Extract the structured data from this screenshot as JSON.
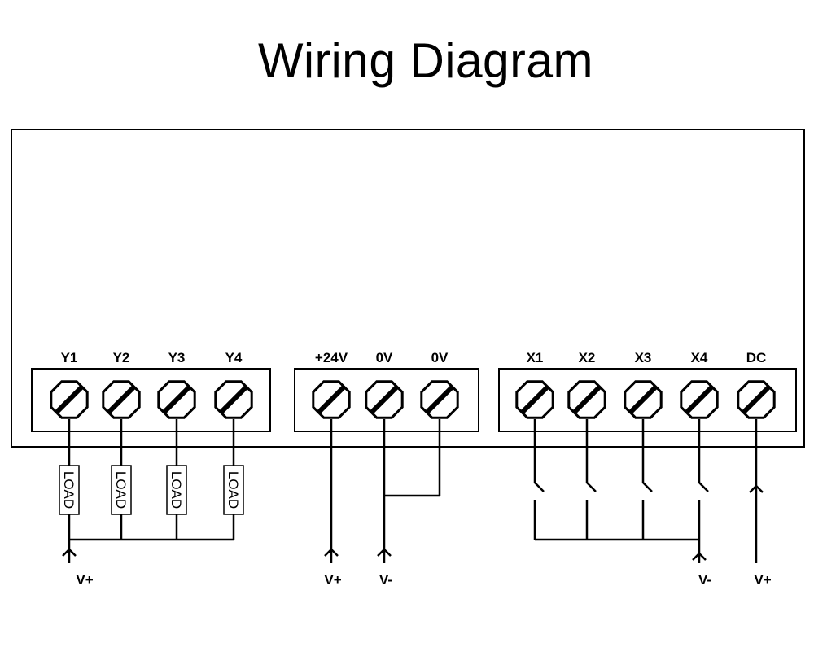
{
  "title": "Wiring Diagram",
  "blocks": [
    {
      "name": "output-block",
      "terminals": [
        "Y1",
        "Y2",
        "Y3",
        "Y4"
      ]
    },
    {
      "name": "power-block",
      "terminals": [
        "+24V",
        "0V",
        "0V"
      ]
    },
    {
      "name": "input-block",
      "terminals": [
        "X1",
        "X2",
        "X3",
        "X4",
        "DC"
      ]
    }
  ],
  "load_label": "LOAD",
  "supply_labels": {
    "output_common": "V+",
    "power_plus": "V+",
    "power_minus": "V-",
    "input_common": "V-",
    "dc_supply": "V+"
  }
}
